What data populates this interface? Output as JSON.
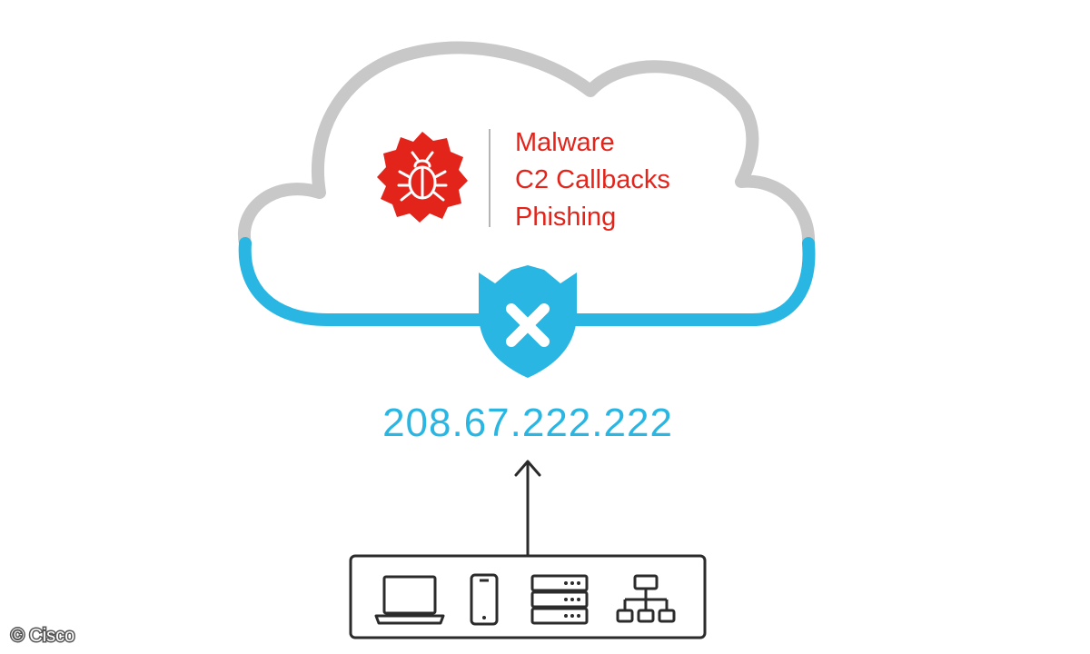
{
  "threats": {
    "items": [
      "Malware",
      "C2 Callbacks",
      "Phishing"
    ]
  },
  "resolver": {
    "ip": "208.67.222.222"
  },
  "credit": {
    "text": "© Cisco"
  },
  "icons": {
    "threat": "bug-icon",
    "protection": "shield-x-icon",
    "devices": [
      "laptop-icon",
      "smartphone-icon",
      "server-icon",
      "network-icon"
    ]
  },
  "colors": {
    "cloud_top": "#c8c8c8",
    "cloud_bottom": "#29b6e3",
    "threat_red": "#e3241b",
    "ip_blue": "#29b6e3",
    "outline": "#2b2b2b"
  }
}
